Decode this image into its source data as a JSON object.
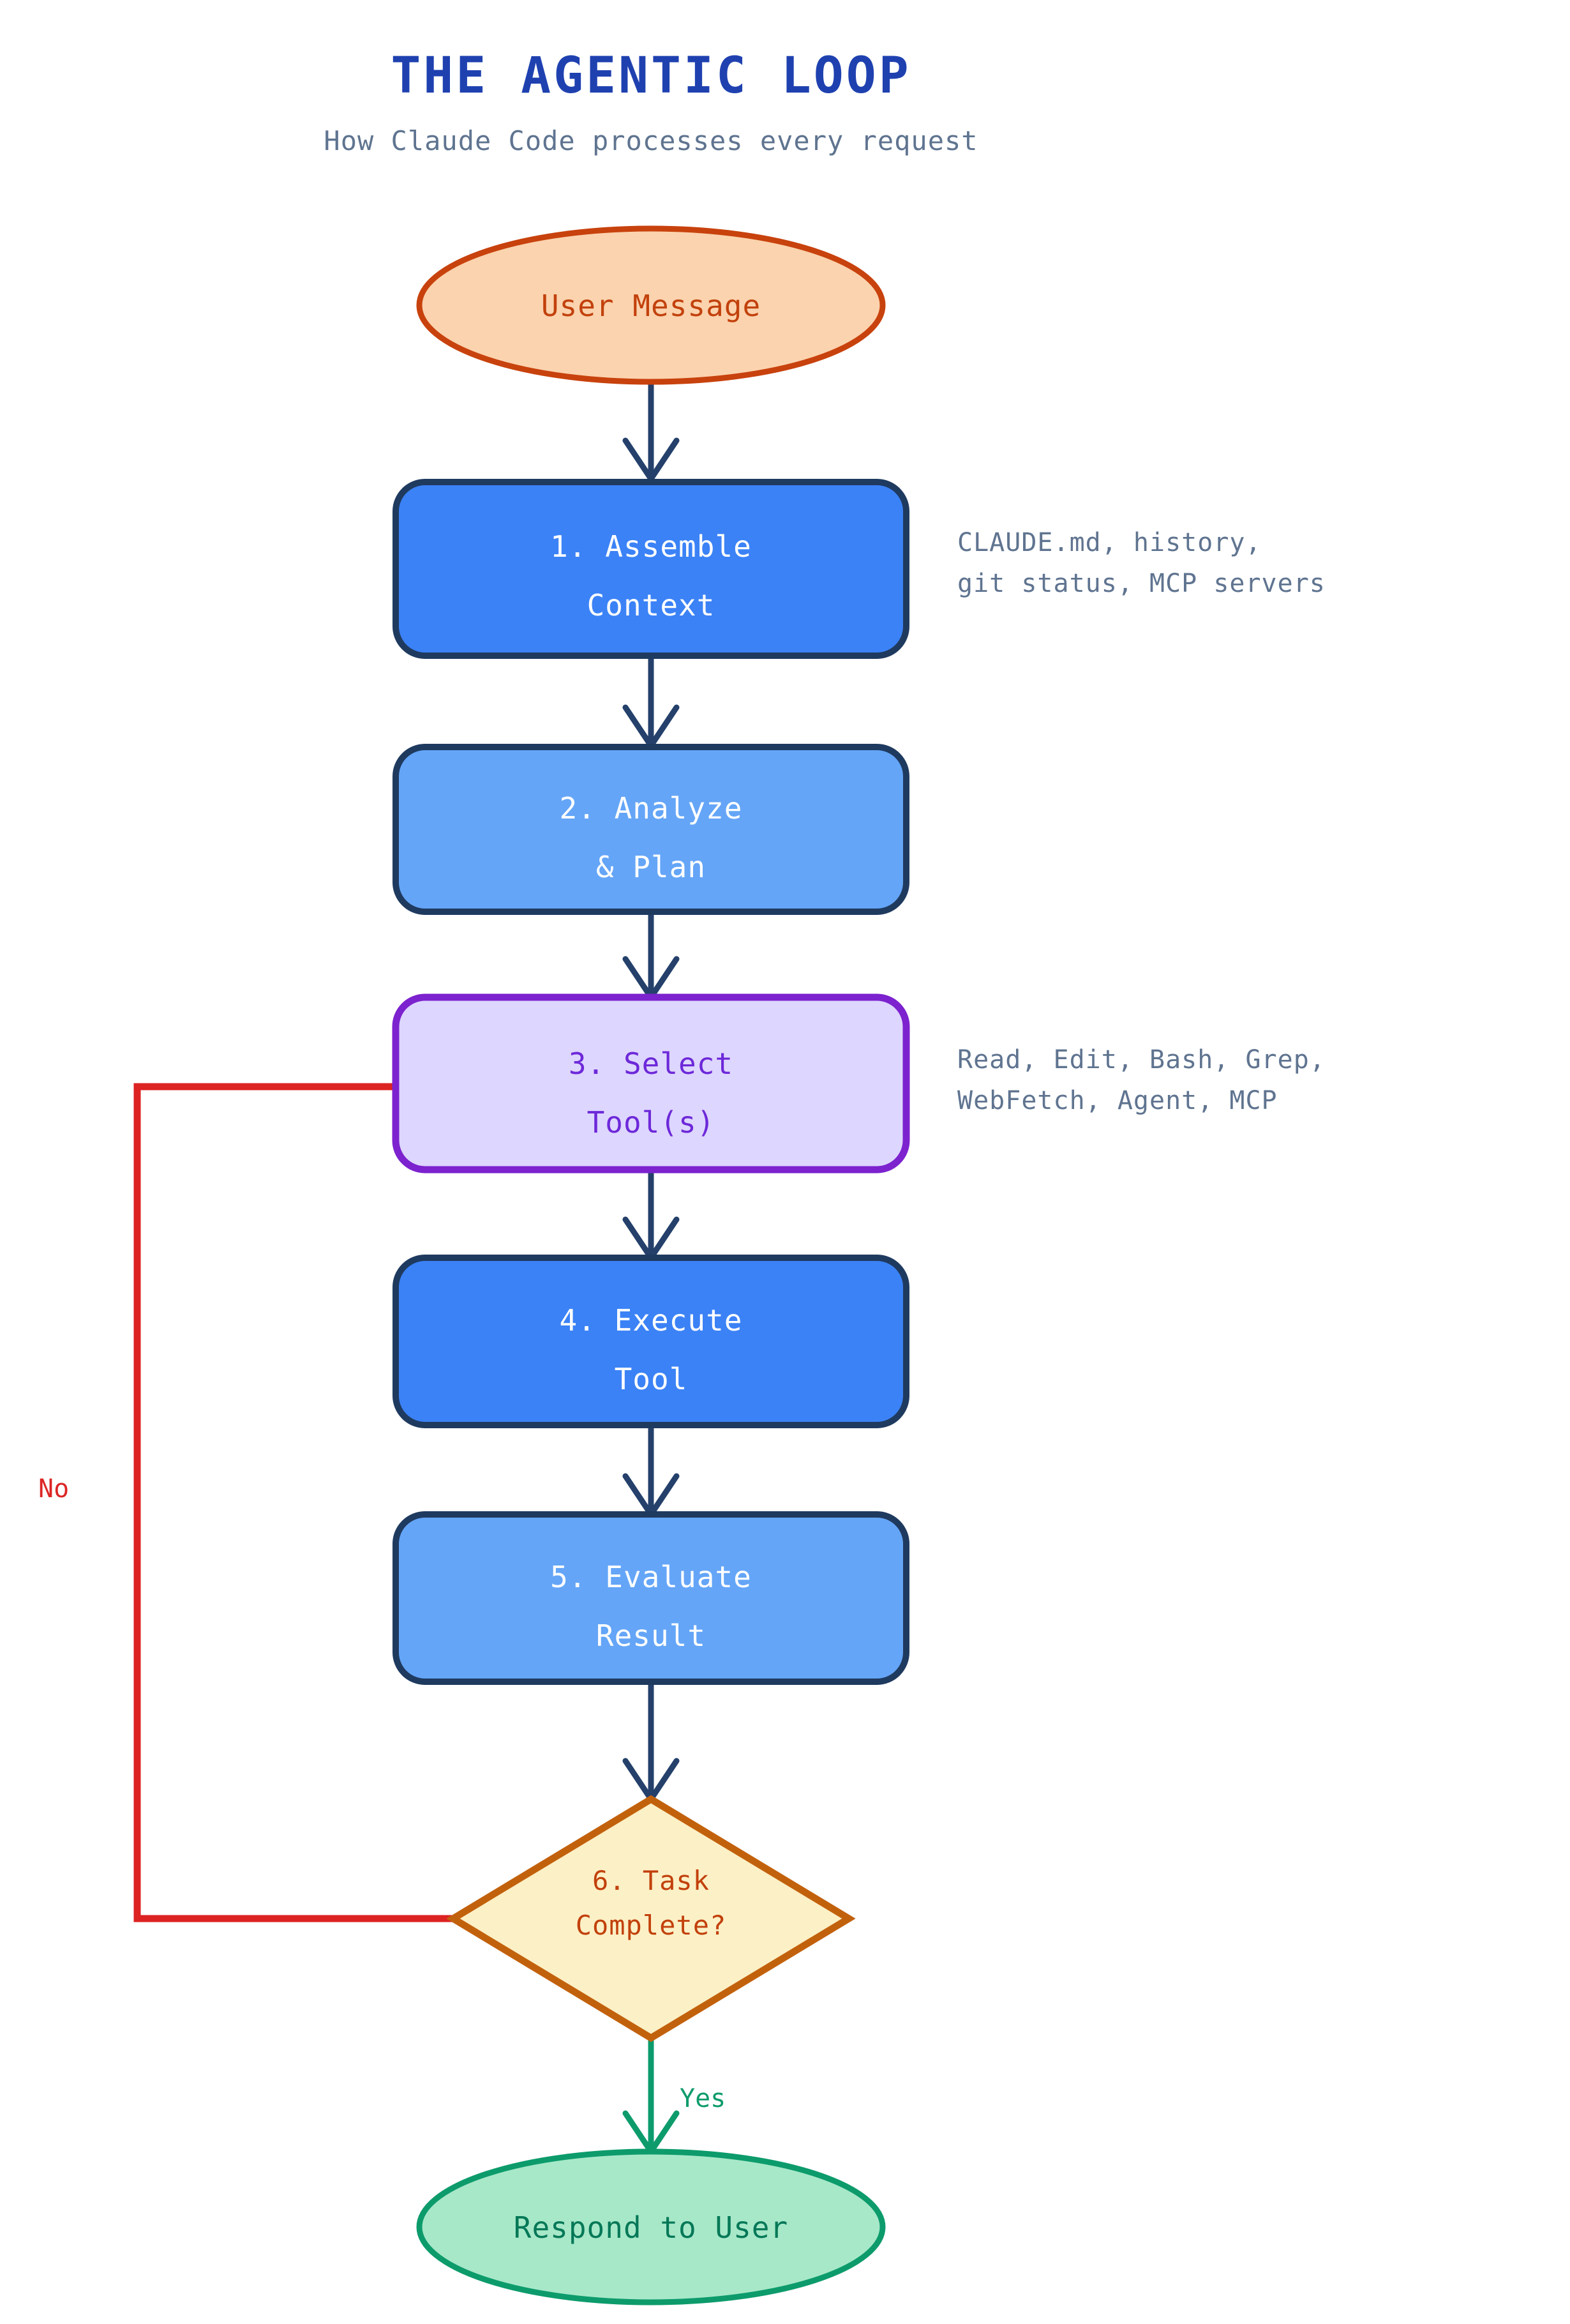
{
  "header": {
    "title": "THE AGENTIC LOOP",
    "subtitle": "How Claude Code processes every request",
    "title_color": "#1f41b0",
    "subtitle_color": "#5f7490"
  },
  "nodes": {
    "start": {
      "label": "User Message",
      "shape": "ellipse",
      "fill": "#fbd3ae",
      "stroke": "#c8420d",
      "text_color": "#c2410c"
    },
    "step1": {
      "line1": "1. Assemble",
      "line2": "Context",
      "shape": "rounded-rect",
      "fill": "#3b82f6",
      "stroke": "#1f3a5f",
      "text_color": "#ffffff"
    },
    "step2": {
      "line1": "2. Analyze",
      "line2": "& Plan",
      "shape": "rounded-rect",
      "fill": "#64a5f7",
      "stroke": "#1f3a5f",
      "text_color": "#ffffff"
    },
    "step3": {
      "line1": "3. Select",
      "line2": "Tool(s)",
      "shape": "rounded-rect",
      "fill": "#ddd6fe",
      "stroke": "#7c22ce",
      "text_color": "#6d28d9"
    },
    "step4": {
      "line1": "4. Execute",
      "line2": "Tool",
      "shape": "rounded-rect",
      "fill": "#3b82f6",
      "stroke": "#1f3a5f",
      "text_color": "#ffffff"
    },
    "step5": {
      "line1": "5. Evaluate",
      "line2": "Result",
      "shape": "rounded-rect",
      "fill": "#64a5f7",
      "stroke": "#1f3a5f",
      "text_color": "#ffffff"
    },
    "decision": {
      "line1": "6. Task",
      "line2": "Complete?",
      "shape": "diamond",
      "fill": "#fcf0c6",
      "stroke": "#c2610c",
      "text_color": "#c2610c"
    },
    "end": {
      "label": "Respond to User",
      "shape": "ellipse",
      "fill": "#a7e8c8",
      "stroke": "#0d9b6c",
      "text_color": "#047857"
    }
  },
  "annotations": {
    "context_sources": {
      "line1": "CLAUDE.md, history,",
      "line2": "git status, MCP servers"
    },
    "tool_list": {
      "line1": "Read, Edit, Bash, Grep,",
      "line2": "WebFetch, Agent, MCP"
    }
  },
  "edge_labels": {
    "no": "No",
    "yes": "Yes",
    "no_color": "#dc2626",
    "yes_color": "#0d9b6c"
  },
  "flow_colors": {
    "flow_arrow": "#24406b",
    "loop_arrow": "#dd2222",
    "yes_arrow": "#0d9b6c"
  }
}
